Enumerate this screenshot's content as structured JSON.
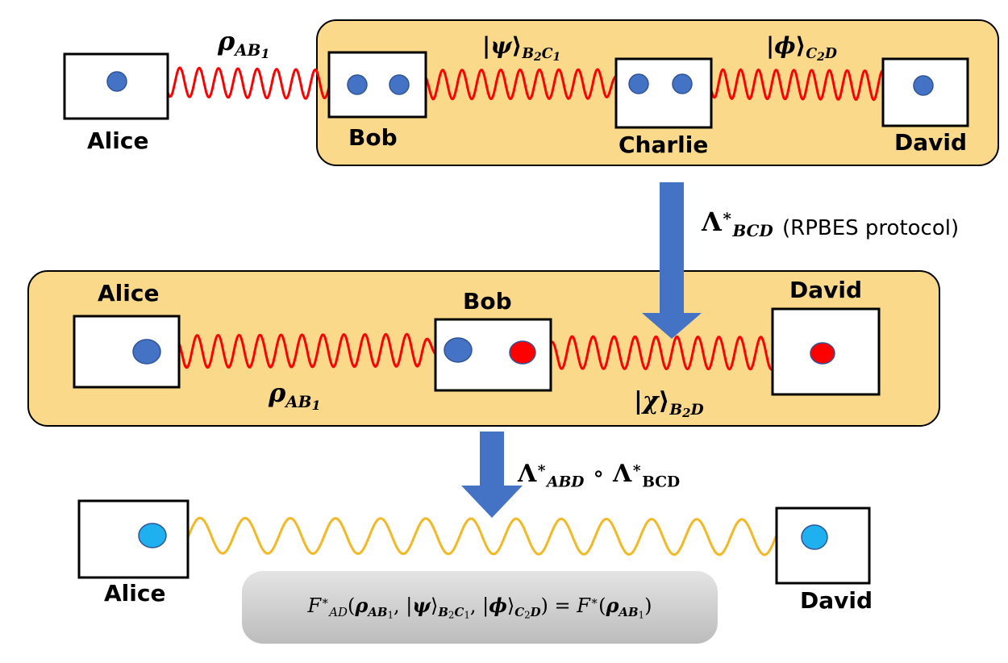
{
  "parties": {
    "alice": "Alice",
    "bob": "Bob",
    "charlie": "Charlie",
    "david": "David"
  },
  "protocol_note": "(RPBES protocol)",
  "colors": {
    "panel": "#fbd98a",
    "qubit": "#4472c4",
    "qubit_final": "#1fb0ef",
    "qubit_red": "#ff0000",
    "link_red": "#ff0000",
    "link_final": "#f3b823",
    "arrow": "#4472c4"
  }
}
